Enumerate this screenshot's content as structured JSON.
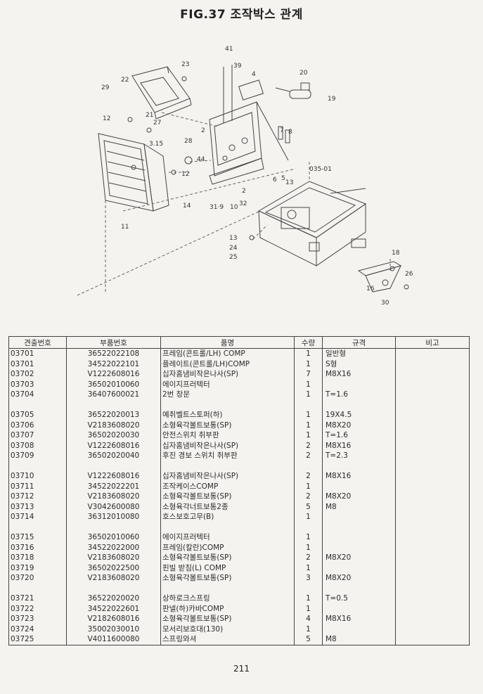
{
  "figure": {
    "title": "FIG.37 조작박스 관계",
    "callouts": [
      "41",
      "23",
      "39",
      "4",
      "20",
      "22",
      "29",
      "19",
      "12",
      "21",
      "27",
      "2",
      "7",
      "8",
      "3.15",
      "28",
      "44",
      "12",
      "035-01",
      "6",
      "5",
      "13",
      "2",
      "14",
      "31·9",
      "10",
      "32",
      "11",
      "13",
      "24",
      "25",
      "18",
      "26",
      "16",
      "30"
    ]
  },
  "table": {
    "headers": {
      "no": "견출번호",
      "part": "부품번호",
      "name": "품명",
      "qty": "수량",
      "spec": "규격",
      "note": "비고"
    },
    "rows": [
      {
        "no": "03701",
        "part": "36522022108",
        "name": "프레임(콘트롤/LH) COMP",
        "qty": "1",
        "spec": "일반형"
      },
      {
        "no": "03701",
        "part": "34522022101",
        "name": "플레이트(콘트롤/LH)COMP",
        "qty": "1",
        "spec": "S형"
      },
      {
        "no": "03702",
        "part": "V1222608016",
        "name": "십자홈냄비작은나사(SP)",
        "qty": "7",
        "spec": "M8X16"
      },
      {
        "no": "03703",
        "part": "36502010060",
        "name": "에이지프러텍터",
        "qty": "1",
        "spec": ""
      },
      {
        "no": "03704",
        "part": "36407600021",
        "name": "2번 창문",
        "qty": "1",
        "spec": "T=1.6"
      },
      {
        "no": "",
        "part": "",
        "name": "",
        "qty": "",
        "spec": ""
      },
      {
        "no": "03705",
        "part": "36522020013",
        "name": "예취벨트스토퍼(하)",
        "qty": "1",
        "spec": "19X4.5"
      },
      {
        "no": "03706",
        "part": "V2183608020",
        "name": "소형육각볼트보통(SP)",
        "qty": "1",
        "spec": "M8X20"
      },
      {
        "no": "03707",
        "part": "36502020030",
        "name": "안전스위치 취부판",
        "qty": "1",
        "spec": "T=1.6"
      },
      {
        "no": "03708",
        "part": "V1222608016",
        "name": "십자홈냄비작은나사(SP)",
        "qty": "2",
        "spec": "M8X16"
      },
      {
        "no": "03709",
        "part": "36502020040",
        "name": "후진 경보 스위치 취부판",
        "qty": "2",
        "spec": "T=2.3"
      },
      {
        "no": "",
        "part": "",
        "name": "",
        "qty": "",
        "spec": ""
      },
      {
        "no": "03710",
        "part": "V1222608016",
        "name": "십자홈냄비작은나사(SP)",
        "qty": "2",
        "spec": "M8X16"
      },
      {
        "no": "03711",
        "part": "34522022201",
        "name": "조작케이스COMP",
        "qty": "1",
        "spec": ""
      },
      {
        "no": "03712",
        "part": "V2183608020",
        "name": "소형육각볼트보통(SP)",
        "qty": "2",
        "spec": "M8X20"
      },
      {
        "no": "03713",
        "part": "V3042600080",
        "name": "소형육각너트보통2종",
        "qty": "5",
        "spec": "M8"
      },
      {
        "no": "03714",
        "part": "36312010080",
        "name": "호스보호고무(B)",
        "qty": "1",
        "spec": ""
      },
      {
        "no": "",
        "part": "",
        "name": "",
        "qty": "",
        "spec": ""
      },
      {
        "no": "03715",
        "part": "36502010060",
        "name": "에이지프러텍터",
        "qty": "1",
        "spec": ""
      },
      {
        "no": "03716",
        "part": "34522022000",
        "name": "프레임(칼란)COMP",
        "qty": "1",
        "spec": ""
      },
      {
        "no": "03718",
        "part": "V2183608020",
        "name": "소형육각볼트보통(SP)",
        "qty": "2",
        "spec": "M8X20"
      },
      {
        "no": "03719",
        "part": "36502022500",
        "name": "핀빌 받침(L) COMP",
        "qty": "1",
        "spec": ""
      },
      {
        "no": "03720",
        "part": "V2183608020",
        "name": "소형육각볼트보통(SP)",
        "qty": "3",
        "spec": "M8X20"
      },
      {
        "no": "",
        "part": "",
        "name": "",
        "qty": "",
        "spec": ""
      },
      {
        "no": "03721",
        "part": "36522020020",
        "name": "상하로크스프링",
        "qty": "1",
        "spec": "T=0.5"
      },
      {
        "no": "03722",
        "part": "34522022601",
        "name": "판넬(하)카바COMP",
        "qty": "1",
        "spec": ""
      },
      {
        "no": "03723",
        "part": "V2182608016",
        "name": "소형육각볼트보통(SP)",
        "qty": "4",
        "spec": "M8X16"
      },
      {
        "no": "03724",
        "part": "35002030010",
        "name": "모서리보호대(130)",
        "qty": "1",
        "spec": ""
      },
      {
        "no": "03725",
        "part": "V4011600080",
        "name": "스프링와셔",
        "qty": "5",
        "spec": "M8"
      }
    ]
  },
  "footer": {
    "page_number": "211"
  }
}
